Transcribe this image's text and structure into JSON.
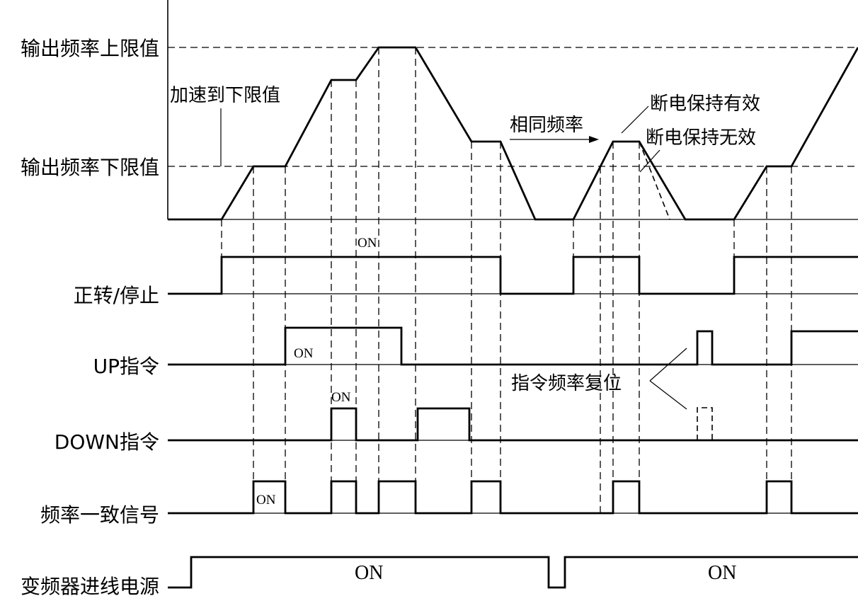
{
  "levels": {
    "upper_limit": "输出频率上限值",
    "lower_limit": "输出频率下限值"
  },
  "annotations": {
    "accel_to_lower": "加速到下限值",
    "same_frequency": "相同频率",
    "power_off_hold_valid": "断电保持有效",
    "power_off_hold_invalid": "断电保持无效",
    "command_freq_reset": "指令频率复位"
  },
  "signals": {
    "forward_stop": "正转/停止",
    "up_command": "UP指令",
    "down_command": "DOWN指令",
    "freq_agree": "频率一致信号",
    "inverter_power": "变频器进线电源"
  },
  "on_labels": {
    "forward_on": "ON",
    "up_on": "ON",
    "down_on": "ON",
    "agree_on": "ON",
    "power_on_1": "ON",
    "power_on_2": "ON"
  }
}
